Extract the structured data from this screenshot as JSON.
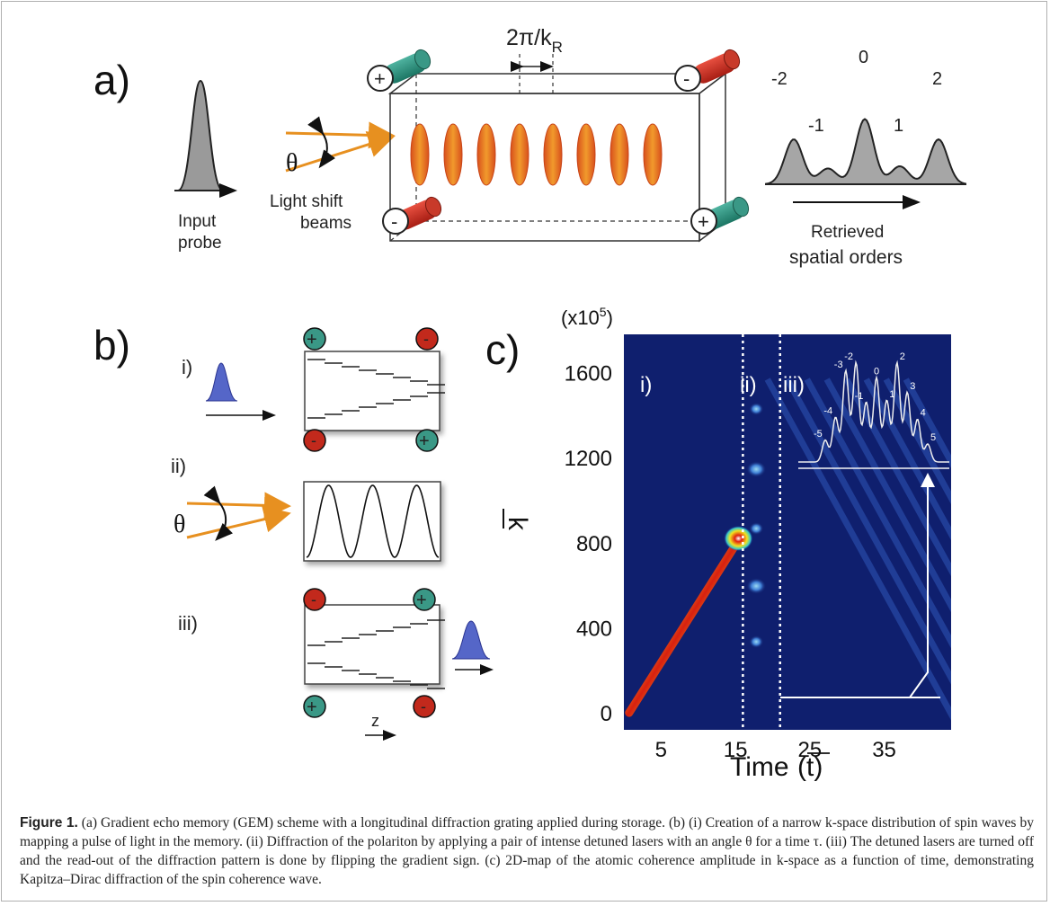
{
  "panel_a": {
    "label": "a)",
    "period_label_main": "2π/k",
    "period_label_sub": "R",
    "theta": "θ",
    "input_label_1": "Input",
    "input_label_2": "probe",
    "beams_label_1": "Light shift",
    "beams_label_2": "beams",
    "plus": "+",
    "minus": "-",
    "orders": [
      "-2",
      "-1",
      "0",
      "1",
      "2"
    ],
    "retrieved_label_1": "Retrieved",
    "retrieved_label_2": "spatial orders"
  },
  "panel_b": {
    "label": "b)",
    "steps": [
      "i)",
      "ii)",
      "iii)"
    ],
    "theta": "θ",
    "z_label": "z"
  },
  "panel_c": {
    "label": "c)",
    "exponent_label": "(x10",
    "exponent_sup": "5",
    "exponent_close": ")",
    "y_axis_label": "k",
    "x_axis_label": "Time",
    "x_axis_var": "t",
    "region_labels": [
      "i)",
      "ii)",
      "iii)"
    ],
    "colors": {
      "background": "#0f1f6e",
      "stripe": "#2f56b8",
      "hot_core": "#d91b14",
      "hot_edge": "#f3e21e",
      "inset_line": "#f2f2f2"
    }
  },
  "chart_data": {
    "type": "heatmap",
    "title": "",
    "xlabel": "Time (t)",
    "ylabel": "k (x10^5)",
    "x_ticks": [
      5,
      15,
      25,
      35
    ],
    "y_ticks": [
      0,
      400,
      800,
      1200,
      1600
    ],
    "xlim": [
      0,
      44
    ],
    "ylim": [
      -80,
      1780
    ],
    "dividers_x": [
      16,
      21
    ],
    "inset": {
      "type": "line",
      "order_labels": [
        "-5",
        "-4",
        "-3",
        "-2",
        "-1",
        "0",
        "1",
        "2",
        "3",
        "4",
        "5"
      ],
      "relative_peaks": [
        0.22,
        0.45,
        0.92,
        1.0,
        0.6,
        0.85,
        0.62,
        1.0,
        0.7,
        0.43,
        0.18
      ]
    }
  },
  "caption": {
    "figure_label": "Figure 1.",
    "text": " (a) Gradient echo memory (GEM) scheme with a longitudinal diffraction grating applied during storage. (b) (i) Creation of a narrow k-space distribution of spin waves by mapping a pulse of light in the memory. (ii) Diffraction of the polariton by applying a pair of intense detuned lasers with an angle θ for a time τ. (iii) The detuned lasers are turned off and the read-out of the diffraction pattern is done by flipping the gradient sign. (c) 2D-map of the atomic coherence amplitude in k-space as a function of time, demonstrating Kapitza–Dirac diffraction of the spin coherence wave."
  }
}
